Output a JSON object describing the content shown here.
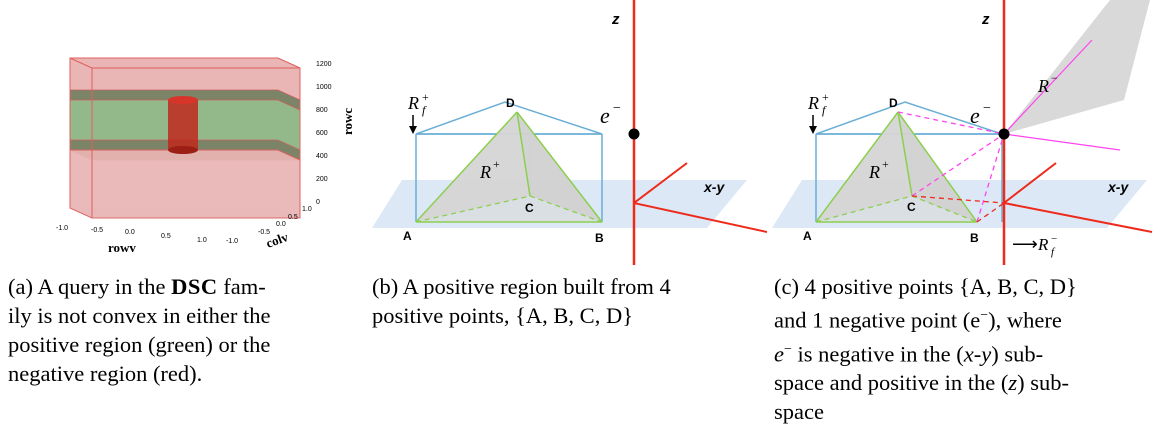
{
  "colors": {
    "positive_region": "#7fa86a",
    "negative_region": "#e8a5a5",
    "axis_red": "#ee2a1b",
    "box_blue": "#6aaed6",
    "pyramid_green": "#8ccf4f",
    "plane_blue": "#dce8f6",
    "magenta": "#ff44ee",
    "gray_fill": "#d9d9d9"
  },
  "panel_a": {
    "axis_rowc_label": "rowc",
    "axis_rowv_label": "rowv",
    "axis_colv_label": "colv",
    "rowc_ticks": [
      "1200",
      "1000",
      "800",
      "600",
      "400",
      "200",
      "0"
    ],
    "rowv_ticks": [
      "-1.0",
      "-0.5",
      "0.0",
      "0.5",
      "1.0"
    ],
    "colv_ticks": [
      "-1.0",
      "-0.5",
      "0.0",
      "0.5",
      "1.0"
    ],
    "caption": {
      "lead": "(a) A query in the ",
      "family": "DSC",
      "tail_1": " fam-",
      "line2": "ily is not convex in either the",
      "line3": "positive region (green) or the",
      "line4": "negative region (red)."
    }
  },
  "panel_b": {
    "z_label": "z",
    "e_label": "e",
    "e_sup": "−",
    "xy_label": "x-y",
    "rf_label": "R",
    "rf_sup": "+",
    "rf_sub": "f",
    "r_label": "R",
    "r_sup": "+",
    "points": [
      "A",
      "B",
      "C",
      "D"
    ],
    "caption": {
      "line1": "(b) A positive region built from 4",
      "line2": "positive points, {A, B, C, D}"
    }
  },
  "panel_c": {
    "z_label": "z",
    "e_label": "e",
    "e_sup": "−",
    "xy_label": "x-y",
    "rf_label": "R",
    "rf_sup": "+",
    "rf_sub": "f",
    "r_label": "R",
    "r_sup": "+",
    "rminus_label": "R",
    "rminus_sup": "−",
    "rf_neg_label": "R",
    "rf_neg_sup": "−",
    "rf_neg_sub": "f",
    "arrow": "⟶",
    "points": [
      "A",
      "B",
      "C",
      "D"
    ],
    "caption": {
      "line1": "(c) 4 positive points {A, B, C, D}",
      "line2": "and 1 negative point (e",
      "line2_sup": "−",
      "line2_end": "), where",
      "line3_a": "e",
      "line3_sup": "−",
      "line3_b": " is negative in the (",
      "line3_i": "x-y",
      "line3_c": ") sub-",
      "line4_a": "space and positive in the (",
      "line4_i": "z",
      "line4_b": ") sub-",
      "line5": "space"
    }
  }
}
